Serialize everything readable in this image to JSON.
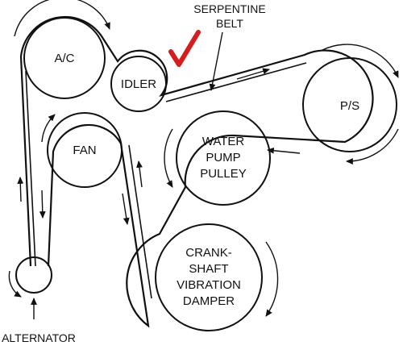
{
  "diagram": {
    "callout": {
      "line1": "SERPENTINE",
      "line2": "BELT"
    },
    "pulleys": {
      "ac": "A/C",
      "idler": "IDLER",
      "ps": "P/S",
      "fan": "FAN",
      "water_pump": [
        "WATER",
        "PUMP",
        "PULLEY"
      ],
      "crankshaft": [
        "CRANK-",
        "SHAFT",
        "VIBRATION",
        "DAMPER"
      ],
      "alternator": "ALTERNATOR"
    },
    "colors": {
      "ink": "#111111",
      "checkmark": "#d81b1b",
      "background": "#ffffff"
    }
  }
}
